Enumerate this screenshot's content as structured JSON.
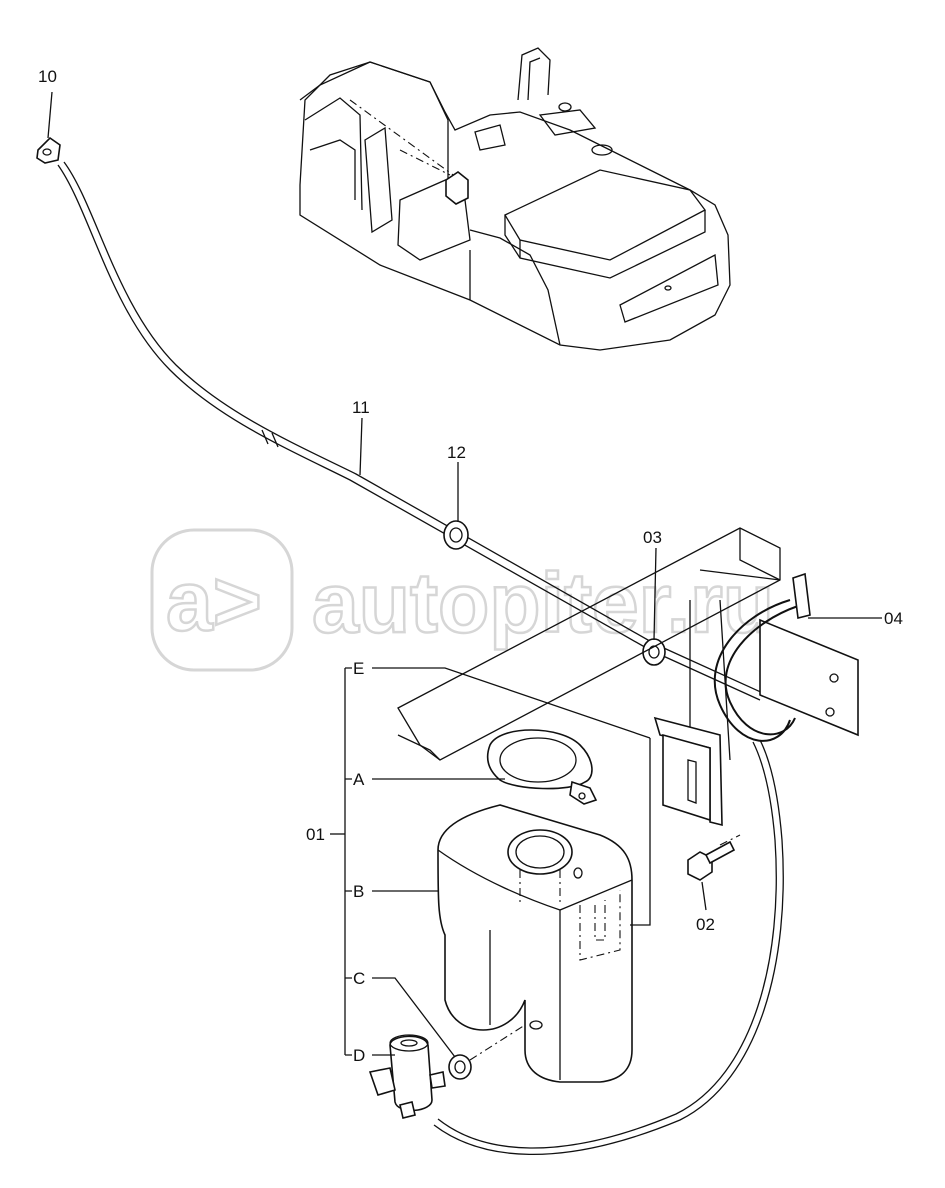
{
  "watermark": {
    "logo_text": "a>",
    "site_text": "autopiter.ru"
  },
  "callouts": {
    "c10": "10",
    "c11": "11",
    "c12": "12",
    "c03": "03",
    "c04": "04",
    "c02": "02",
    "c01": "01",
    "A": "A",
    "B": "B",
    "C": "C",
    "D": "D",
    "E": "E"
  },
  "colors": {
    "line": "#111111",
    "watermark": "#d6d6d6",
    "background": "#ffffff"
  }
}
